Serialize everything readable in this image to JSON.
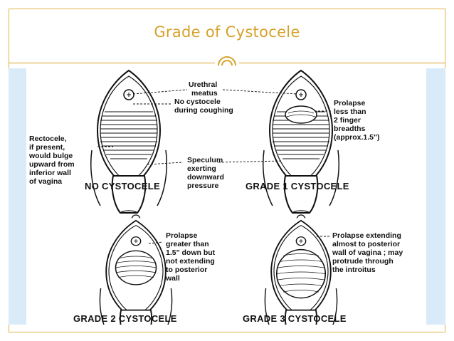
{
  "slide": {
    "title": "Grade of Cystocele",
    "accent_color": "#d6a12a",
    "band_color": "#d9ebf9"
  },
  "figure": {
    "captions": [
      "NO CYSTOCELE",
      "GRADE 1 CYSTOCELE",
      "GRADE 2 CYSTOCELE",
      "GRADE 3 CYSTOCELE"
    ],
    "label_urethral": [
      "Urethral",
      "meatus"
    ],
    "label_no_cystocele": [
      "No cystocele",
      "during coughing"
    ],
    "label_rectocele": [
      "Rectocele,",
      "if present,",
      "would bulge",
      "upward from",
      "inferior wall",
      "of vagina"
    ],
    "label_speculum": [
      "Speculum",
      "exerting",
      "downward",
      "pressure"
    ],
    "label_grade1": [
      "Prolapse",
      "less than",
      "2 finger",
      "breadths",
      "(approx.1.5\")"
    ],
    "label_grade2": [
      "Prolapse",
      "greater than",
      "1.5\" down but",
      "not extending",
      "to posterior",
      "wall"
    ],
    "label_grade3": [
      "Prolapse extending",
      "almost to posterior",
      "wall of vagina ; may",
      "protrude through",
      "the introitus"
    ]
  }
}
